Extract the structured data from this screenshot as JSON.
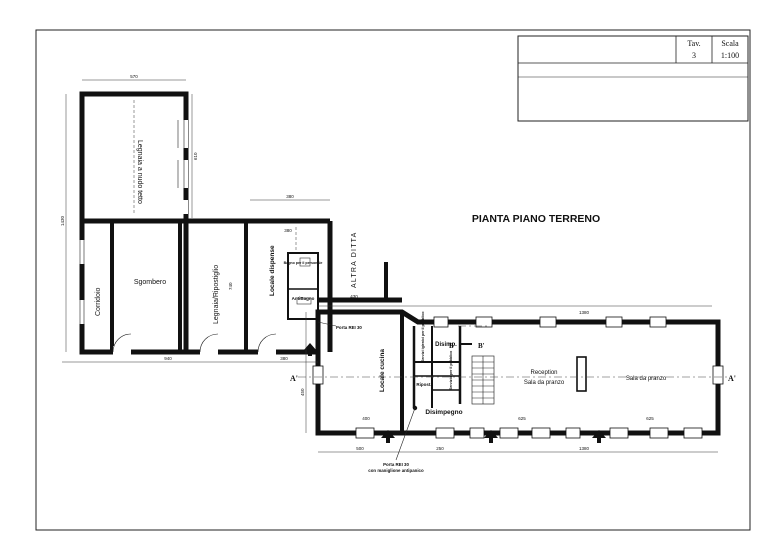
{
  "title_block": {
    "tav_label": "Tav.",
    "tav_value": "3",
    "scala_label": "Scala",
    "scala_value": "1:100"
  },
  "plan_title": "PIANTA PIANO TERRENO",
  "rooms": {
    "legnaia_tetto": "Legnaia a nudo tetto",
    "corridoio": "Corridoio",
    "sgombero": "Sgombero",
    "legnaia_ripostiglio": "Legnaia/Ripostiglio",
    "locale_dispense": "Locale dispense",
    "bagno_personale": "Bagno per il personale",
    "antibagno": "AntiBagno",
    "locale_cucina": "Locale cucina",
    "disimp_top": "Disimp.",
    "servizi_disabili": "Servizi igienici per il pubblico",
    "servizio_pubblico": "Servizio per il pubblico",
    "ripost": "Ripost.",
    "disimpegno": "Disimpegno",
    "reception_line1": "Reception",
    "reception_line2": "Sala da pranzo",
    "sala_pranzo": "Sala da pranzo",
    "altra_ditta": "ALTRA DITTA"
  },
  "notes": {
    "porta_rei_top": "Porta REI 30",
    "porta_rei_bottom_line1": "Porta REI 30",
    "porta_rei_bottom_line2": "con maniglione antipanico"
  },
  "section_marks": {
    "a_left": "A'",
    "a_right": "A'",
    "b_left": "B'",
    "b_right": "B'"
  },
  "dimensions": {
    "d570": "570",
    "d610": "610",
    "d1430": "1430",
    "d380a": "380",
    "d380b": "380",
    "d380c": "380",
    "d940": "940",
    "d740": "740",
    "d430": "430",
    "d1380_top": "1380",
    "d1380_bottom": "1380",
    "d500": "500",
    "d250": "250",
    "d625a": "625",
    "d625b": "625",
    "d400": "400",
    "d450": "450"
  }
}
